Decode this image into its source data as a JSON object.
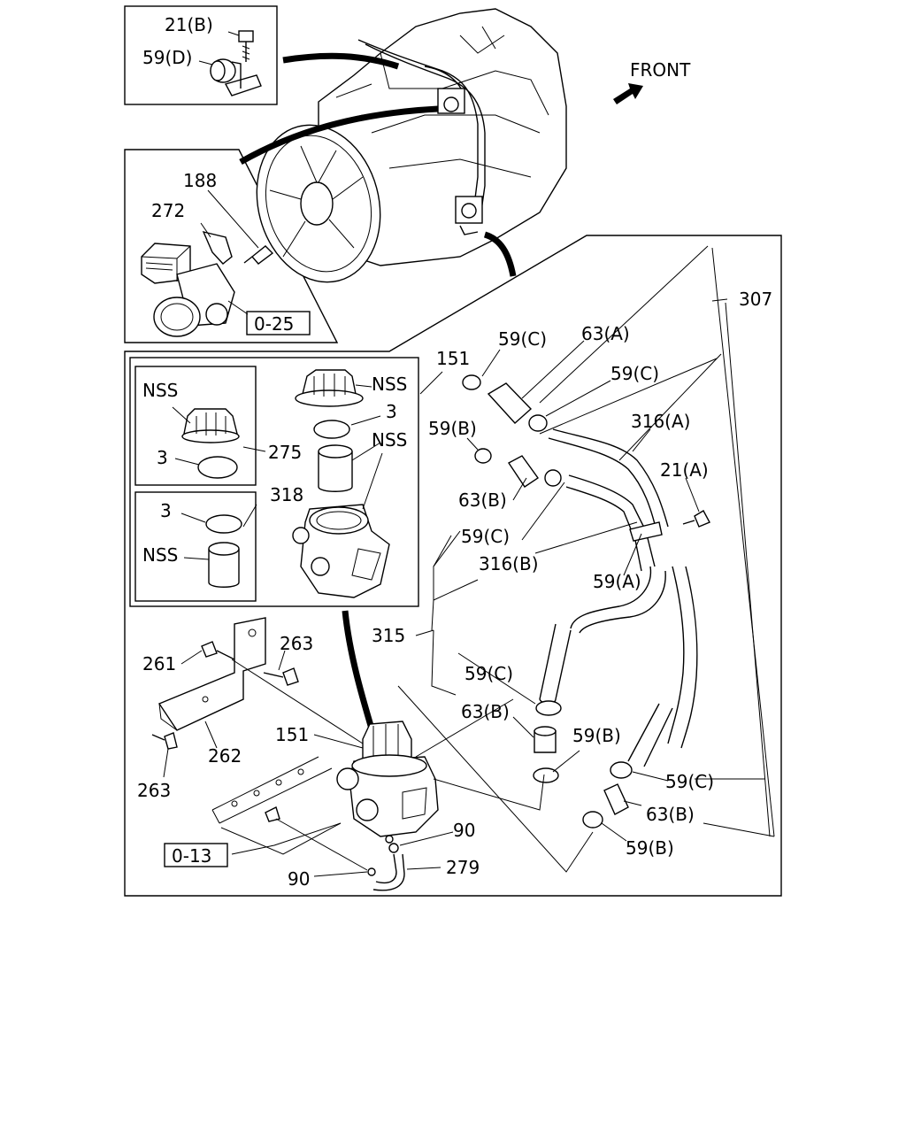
{
  "direction_label": "FRONT",
  "page_refs": {
    "upper": "0-25",
    "lower": "0-13"
  },
  "callouts": {
    "c21b": "21(B)",
    "c59d": "59(D)",
    "c188": "188",
    "c272": "272",
    "c307": "307",
    "c151_top": "151",
    "c59c_1": "59(C)",
    "c63a": "63(A)",
    "c59c_2": "59(C)",
    "c316a": "316(A)",
    "c59b_1": "59(B)",
    "c21a": "21(A)",
    "c63b_1": "63(B)",
    "c59c_3": "59(C)",
    "c316b": "316(B)",
    "c59a": "59(A)",
    "c315": "315",
    "c59c_4": "59(C)",
    "c63b_2": "63(B)",
    "c59b_2": "59(B)",
    "c59c_5": "59(C)",
    "c63b_3": "63(B)",
    "c59b_3": "59(B)",
    "c90_1": "90",
    "c90_2": "90",
    "c279": "279",
    "c151_low": "151",
    "c261": "261",
    "c263_1": "263",
    "c263_2": "263",
    "c262": "262",
    "nss_1": "NSS",
    "nss_2": "NSS",
    "nss_3": "NSS",
    "nss_4": "NSS",
    "c3_1": "3",
    "c3_2": "3",
    "c3_3": "3",
    "c275": "275",
    "c318": "318"
  }
}
